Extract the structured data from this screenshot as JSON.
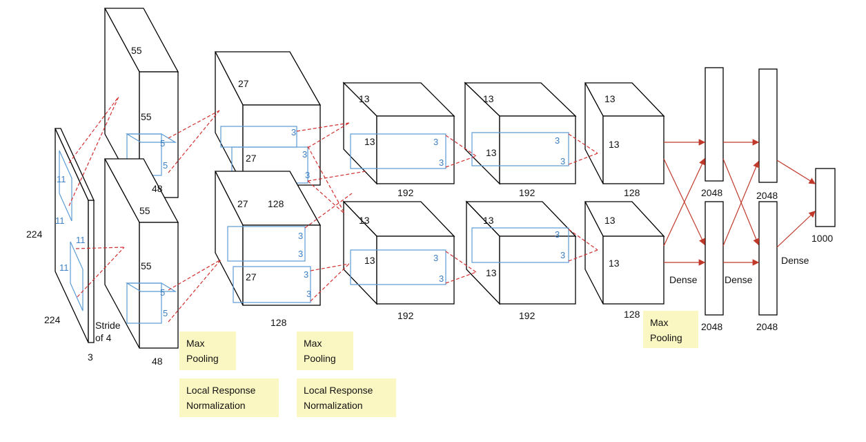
{
  "conv1": {
    "height": "224",
    "width": "224",
    "depth": "3",
    "kernel_a": "11",
    "kernel_b": "11",
    "kernel_c": "11",
    "kernel_d": "11",
    "stride": "Stride\nof 4"
  },
  "conv2": {
    "top_depth": "55",
    "top_side": "55",
    "top_channels": "48",
    "bot_depth": "55",
    "bot_side": "55",
    "bot_channels": "48",
    "k1": "5",
    "k2": "5",
    "k3": "5",
    "k4": "5"
  },
  "conv3": {
    "top_depth": "27",
    "top_side": "27",
    "top_channels": "128",
    "bot_side": "27",
    "bot_channels": "128",
    "bot_depth_label": "27",
    "k": "3"
  },
  "conv4": {
    "side": "13",
    "channels": "192",
    "k": "3"
  },
  "conv5": {
    "side": "13",
    "channels": "192",
    "k": "3"
  },
  "conv6": {
    "side": "13",
    "channels": "128"
  },
  "dense": {
    "d1": "2048",
    "d2": "2048",
    "d3": "2048",
    "d4": "2048",
    "out": "1000",
    "label": "Dense"
  },
  "notes": {
    "max_pooling": "Max\nPooling",
    "lrn": "Local Response\nNormalization"
  },
  "colors": {
    "kernel": "#5b9bd5",
    "dashed": "#d22f2f",
    "arrow": "#c0392b",
    "note_bg": "#fbf7c2"
  }
}
